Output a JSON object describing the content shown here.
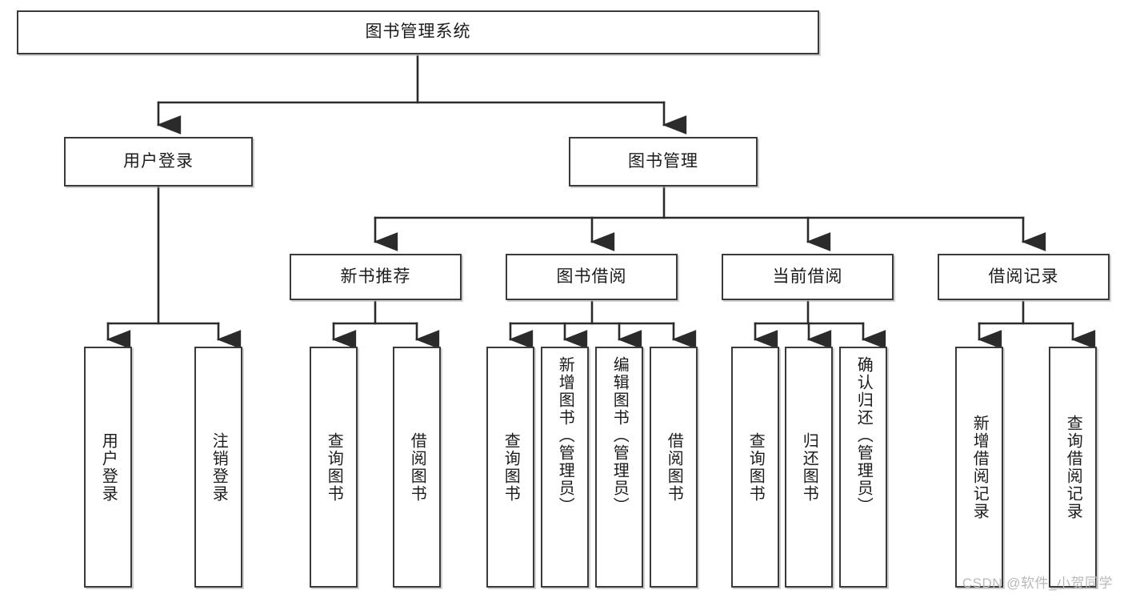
{
  "diagram": {
    "title": "图书管理系统",
    "type": "tree-hierarchy",
    "watermark": "CSDN @软件_小贺同学",
    "colors": {
      "box_border": "#3a3a3a",
      "box_fill": "#ffffff",
      "connector": "#2b2b2b",
      "text": "#1c1c1c",
      "watermark": "#b9b9b9",
      "page_background": "#ffffff"
    },
    "root": {
      "label": "图书管理系统"
    },
    "level2": [
      {
        "label": "用户登录"
      },
      {
        "label": "图书管理"
      }
    ],
    "level3": [
      {
        "label": "新书推荐"
      },
      {
        "label": "图书借阅"
      },
      {
        "label": "当前借阅"
      },
      {
        "label": "借阅记录"
      }
    ],
    "leaves": {
      "user_login": [
        {
          "label": "用户登录"
        },
        {
          "label": "注销登录"
        }
      ],
      "new_book_recommend": [
        {
          "label": "查询图书"
        },
        {
          "label": "借阅图书"
        }
      ],
      "book_borrow": [
        {
          "label": "查询图书"
        },
        {
          "label": "新增图书（管理员）"
        },
        {
          "label": "编辑图书（管理员）"
        },
        {
          "label": "借阅图书"
        }
      ],
      "current_borrow": [
        {
          "label": "查询图书"
        },
        {
          "label": "归还图书"
        },
        {
          "label": "确认归还（管理员）"
        }
      ],
      "borrow_record": [
        {
          "label": "新增借阅记录"
        },
        {
          "label": "查询借阅记录"
        }
      ]
    }
  }
}
